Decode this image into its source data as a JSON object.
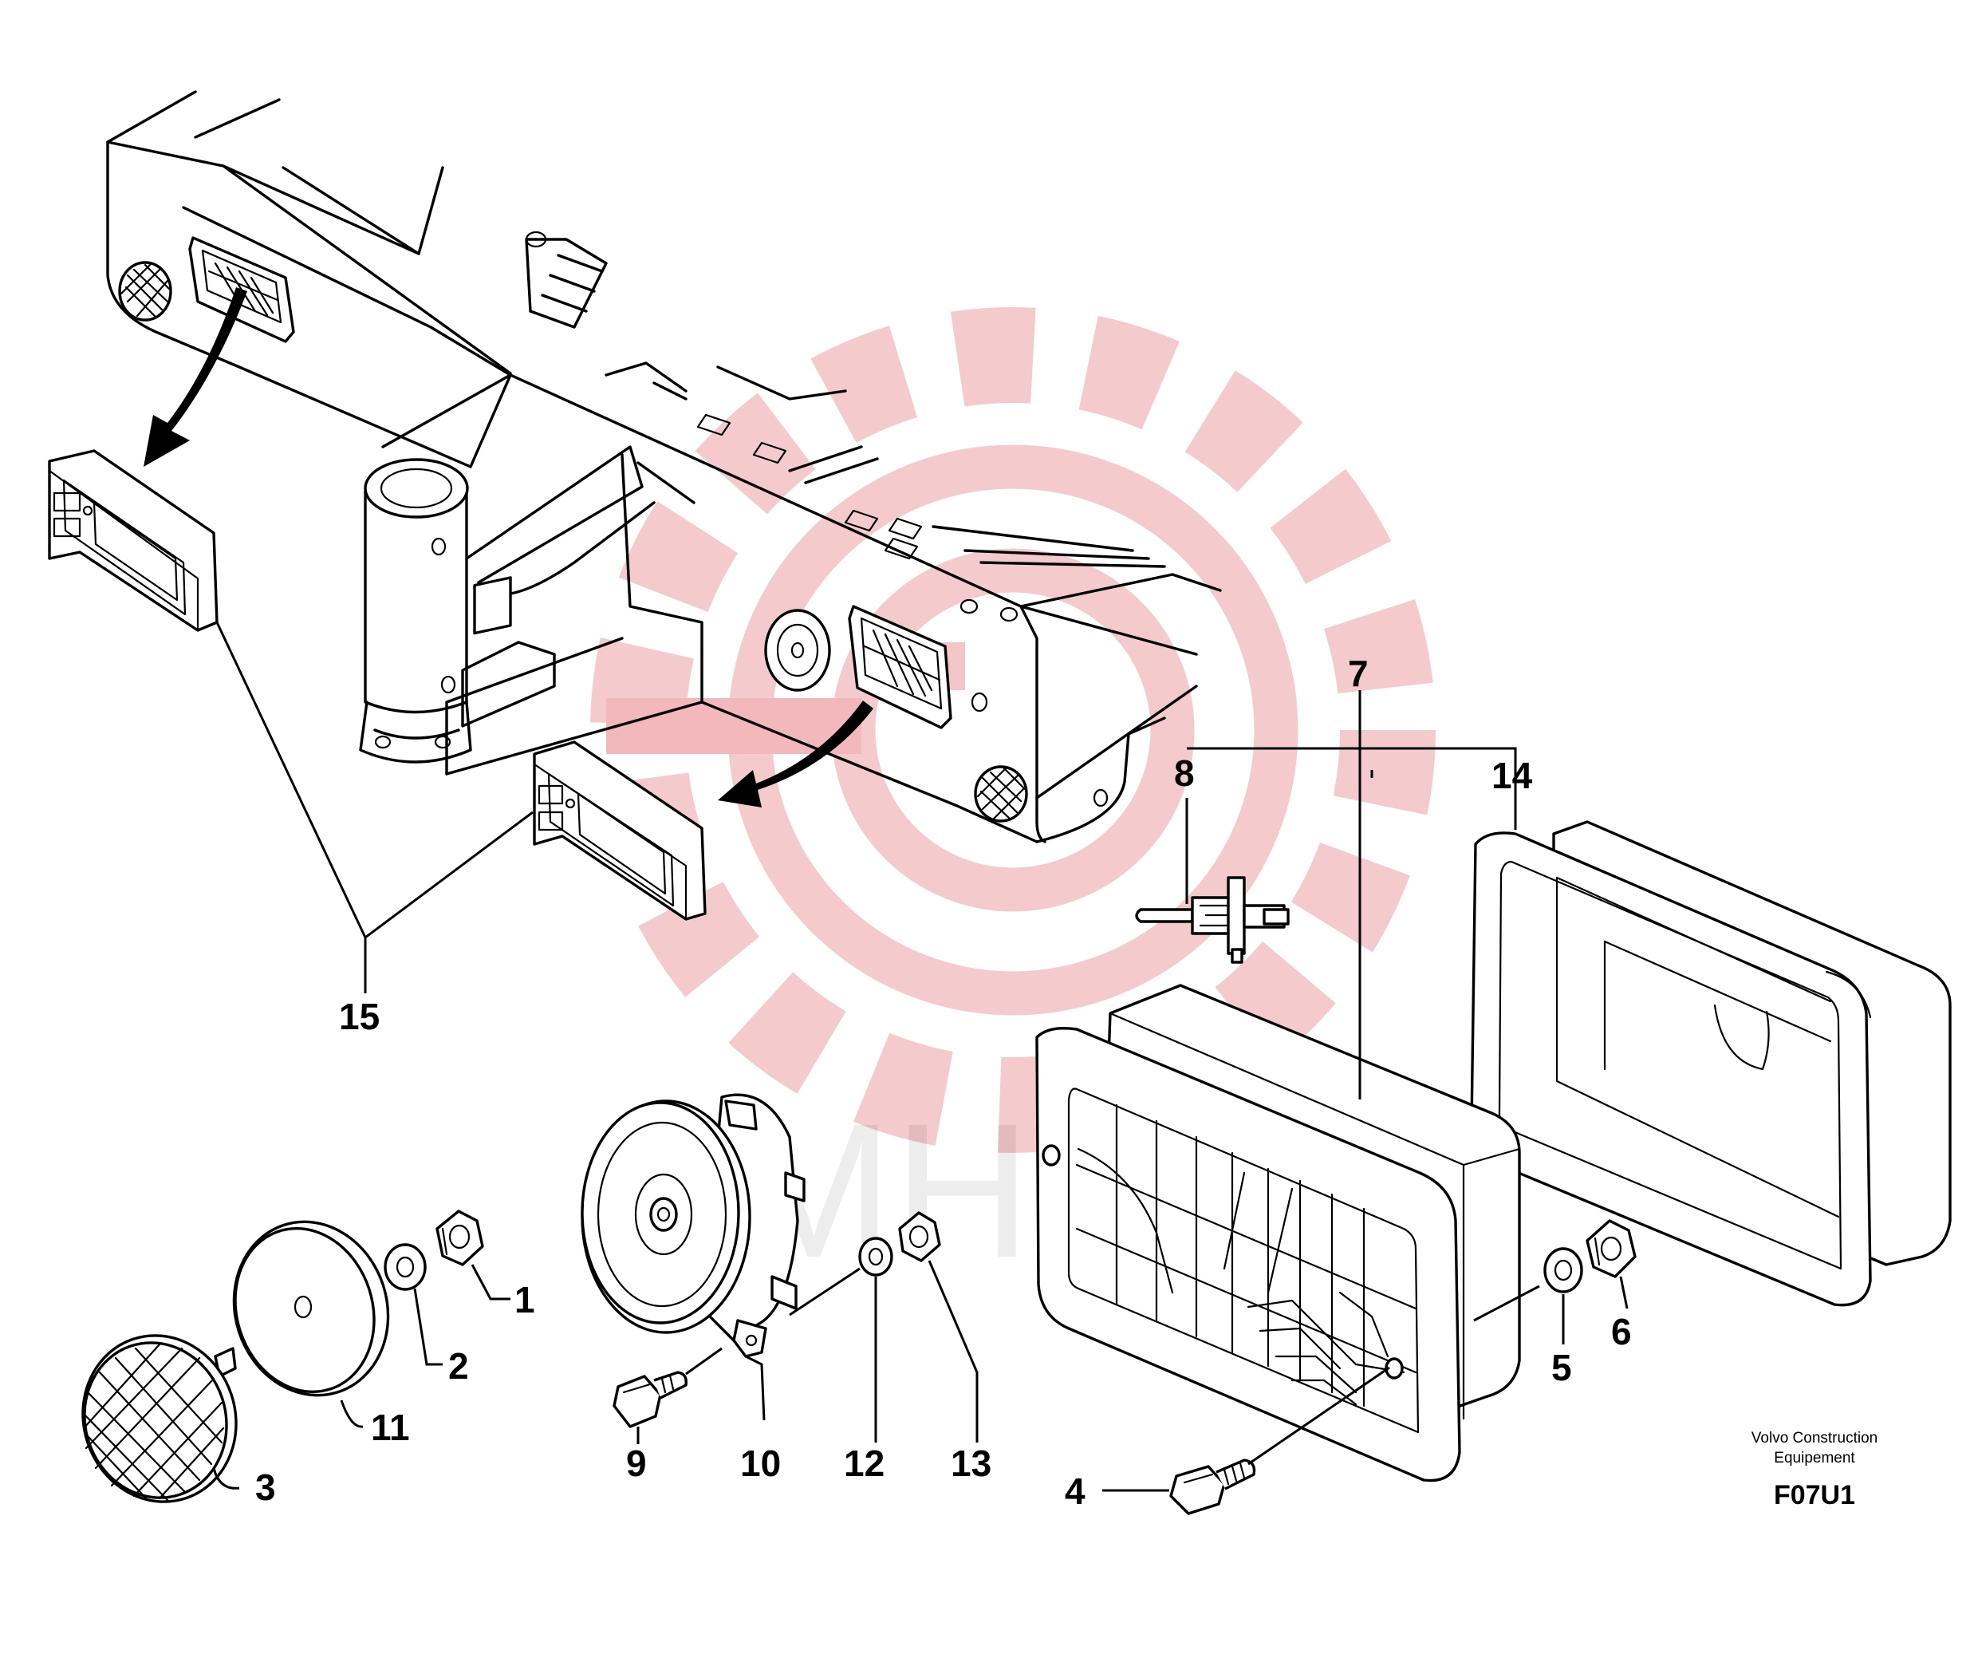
{
  "diagram": {
    "callouts": [
      {
        "id": "1",
        "label": "1"
      },
      {
        "id": "2",
        "label": "2"
      },
      {
        "id": "3",
        "label": "3"
      },
      {
        "id": "4",
        "label": "4"
      },
      {
        "id": "5",
        "label": "5"
      },
      {
        "id": "6",
        "label": "6"
      },
      {
        "id": "7",
        "label": "7"
      },
      {
        "id": "8",
        "label": "8"
      },
      {
        "id": "9",
        "label": "9"
      },
      {
        "id": "10",
        "label": "10"
      },
      {
        "id": "11",
        "label": "11"
      },
      {
        "id": "12",
        "label": "12"
      },
      {
        "id": "13",
        "label": "13"
      },
      {
        "id": "14",
        "label": "14"
      },
      {
        "id": "15",
        "label": "15"
      }
    ],
    "caption": {
      "line1": "Volvo Construction",
      "line2": "Equipement",
      "code": "F07U1"
    },
    "watermark": {
      "text": "MHTEX",
      "color": "#f2b8bc"
    }
  }
}
